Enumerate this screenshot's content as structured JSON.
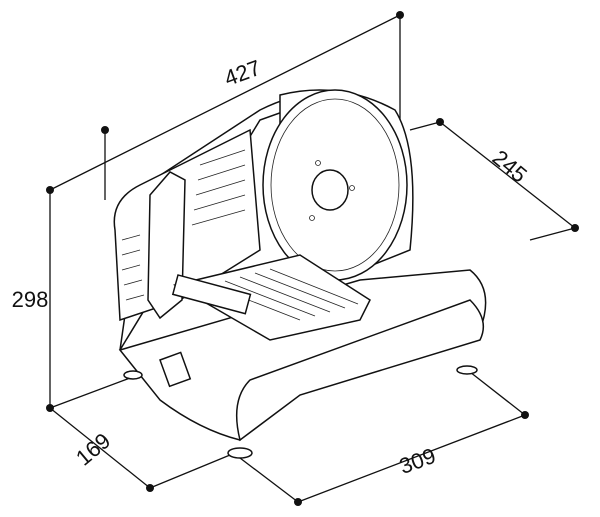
{
  "title": "Meat slicer dimension drawing",
  "dimensions": {
    "width_top": "427",
    "depth_right": "245",
    "height_left": "298",
    "depth_bottom_left": "169",
    "width_bottom": "309"
  },
  "colors": {
    "line": "#111111",
    "background": "#ffffff"
  }
}
